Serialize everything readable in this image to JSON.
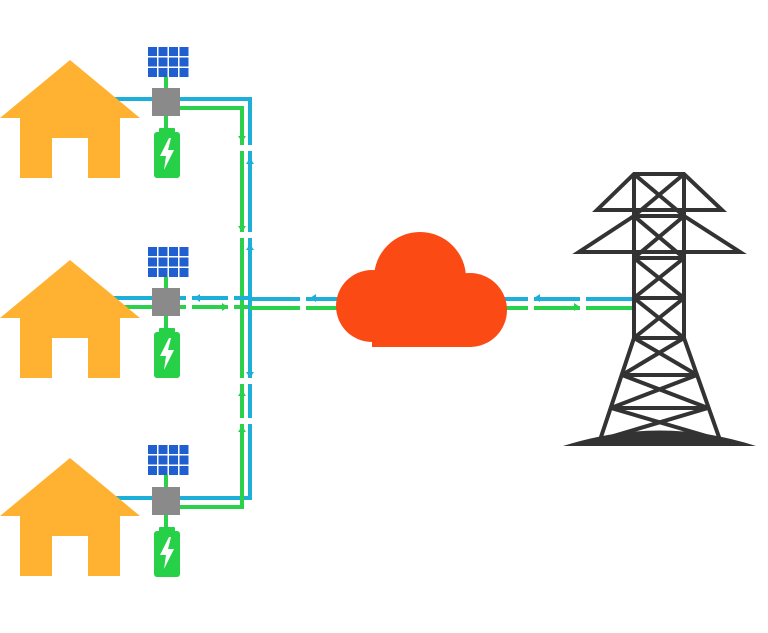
{
  "colors": {
    "background": "#ffffff",
    "house": "#ffb231",
    "solar_panel": "#1f5fd0",
    "inverter": "#8a8a8a",
    "battery": "#26d047",
    "line_consumption": "#1cb0d9",
    "line_generation": "#2bd14a",
    "cloud": "#fc4a15",
    "tower": "#333333"
  },
  "icons": {
    "house": "house-icon",
    "solar": "solar-panel-icon",
    "inverter": "inverter-icon",
    "battery": "battery-icon",
    "cloud": "cloud-icon",
    "tower": "transmission-tower-icon"
  },
  "homes": [
    {
      "id": "home-1"
    },
    {
      "id": "home-2"
    },
    {
      "id": "home-3"
    }
  ]
}
